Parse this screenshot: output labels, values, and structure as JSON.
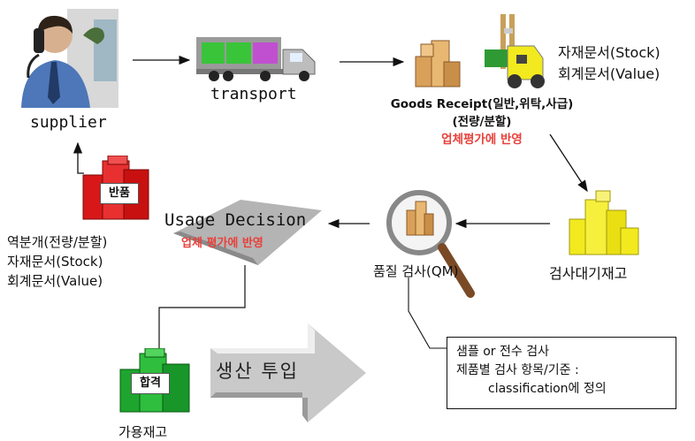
{
  "nodes": {
    "supplier": {
      "label": "supplier"
    },
    "transport": {
      "label": "transport"
    },
    "goods_receipt": {
      "line1": "Goods Receipt(일반,위탁,사급)",
      "line2": "(전량/분할)",
      "note": "업체평가에 반영"
    },
    "gr_docs": {
      "line1": "자재문서(Stock)",
      "line2": "회계문서(Value)"
    },
    "inspection_stock": {
      "label": "검사대기재고"
    },
    "quality_inspection": {
      "label": "품질 검사(QM)"
    },
    "usage_decision": {
      "label": "Usage Decision",
      "note": "업체 평가에 반영"
    },
    "return": {
      "badge": "반품",
      "line1": "역분개(전량/분할)",
      "line2": "자재문서(Stock)",
      "line3": "회계문서(Value)"
    },
    "pass": {
      "badge": "합격",
      "label": "가용재고"
    },
    "production": {
      "label": "생산 투입"
    },
    "inspection_note": {
      "line1": "샘플 or 전수 검사",
      "line2": "제품별 검사 항목/기준 :",
      "line3": "classification에 정의"
    }
  },
  "colors": {
    "accent_red": "#e8403a",
    "box_red": "#d81818",
    "box_green": "#1ea52e",
    "box_yellow": "#f2ea1e",
    "box_tan": "#d9a05a",
    "arrow_gray": "#8c8c8c"
  }
}
